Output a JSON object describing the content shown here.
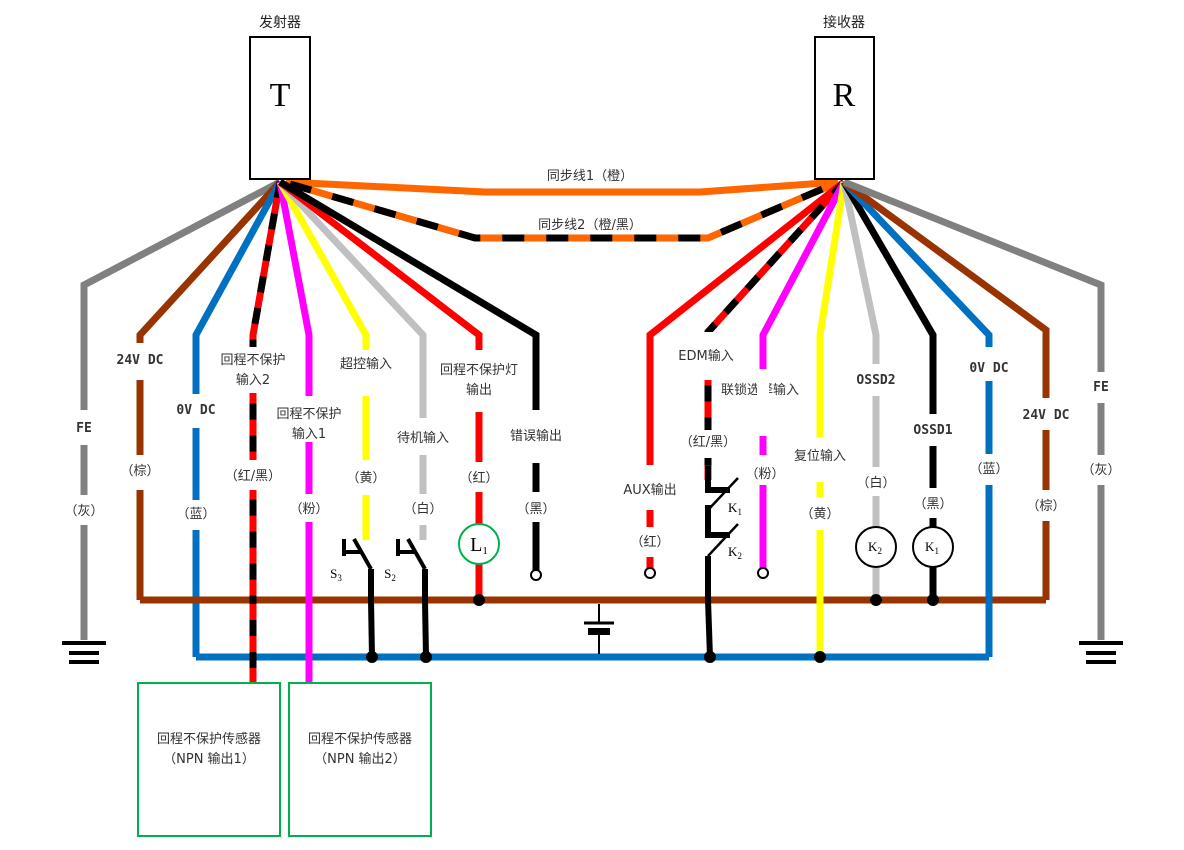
{
  "colors": {
    "gray": "#808080",
    "brown": "#993300",
    "blue": "#0070C0",
    "red": "#FF0000",
    "black": "#000000",
    "pink": "#FF00FF",
    "yellow": "#FFFF00",
    "white_wire": "#C0C0C0",
    "orange": "#FF6600",
    "sensor_border": "#00B050",
    "lamp_border": "#00B050"
  },
  "transmitter": {
    "title": "发射器",
    "letter": "T"
  },
  "receiver": {
    "title": "接收器",
    "letter": "R"
  },
  "sync_lines": [
    {
      "label": "同步线1（橙）",
      "color": "orange",
      "pattern": "solid"
    },
    {
      "label": "同步线2（橙/黑）",
      "color": "orange",
      "pattern": "orange-black"
    }
  ],
  "transmitter_wires": [
    {
      "id": "fe",
      "name": "FE",
      "color_label": "（灰）",
      "color": "gray",
      "pattern": "solid"
    },
    {
      "id": "24v",
      "name": "24V DC",
      "color_label": "（棕）",
      "color": "brown",
      "pattern": "solid"
    },
    {
      "id": "0v",
      "name": "0V DC",
      "color_label": "（蓝）",
      "color": "blue",
      "pattern": "solid"
    },
    {
      "id": "muting-in-2",
      "name": "回程不保护|输入2",
      "color_label": "（红/黑）",
      "color": "red",
      "pattern": "red-black"
    },
    {
      "id": "muting-in-1",
      "name": "回程不保护|输入1",
      "color_label": "（粉）",
      "color": "pink",
      "pattern": "solid"
    },
    {
      "id": "override-in",
      "name": "超控输入",
      "color_label": "（黄）",
      "color": "yellow",
      "pattern": "solid"
    },
    {
      "id": "standby-in",
      "name": "待机输入",
      "color_label": "（白）",
      "color": "white_wire",
      "pattern": "solid"
    },
    {
      "id": "muting-lamp-out",
      "name": "回程不保护灯|输出",
      "color_label": "（红）",
      "color": "red",
      "pattern": "solid"
    },
    {
      "id": "error-out",
      "name": "错误输出",
      "color_label": "（黑）",
      "color": "black",
      "pattern": "solid"
    }
  ],
  "receiver_wires": [
    {
      "id": "aux-out",
      "name": "AUX输出",
      "color_label": "（红）",
      "color": "red",
      "pattern": "solid"
    },
    {
      "id": "edm-in",
      "name": "EDM输入",
      "color_label": "（红/黑）",
      "color": "red",
      "pattern": "red-black"
    },
    {
      "id": "interlock-select-in",
      "name": "联锁选择输入",
      "color_label": "（粉）",
      "color": "pink",
      "pattern": "solid"
    },
    {
      "id": "reset-in",
      "name": "复位输入",
      "color_label": "（黄）",
      "color": "yellow",
      "pattern": "solid"
    },
    {
      "id": "ossd2",
      "name": "OSSD2",
      "color_label": "（白）",
      "color": "white_wire",
      "pattern": "solid"
    },
    {
      "id": "ossd1",
      "name": "OSSD1",
      "color_label": "（黑）",
      "color": "black",
      "pattern": "solid"
    },
    {
      "id": "0v",
      "name": "0V DC",
      "color_label": "（蓝）",
      "color": "blue",
      "pattern": "solid"
    },
    {
      "id": "24v",
      "name": "24V DC",
      "color_label": "（棕）",
      "color": "brown",
      "pattern": "solid"
    },
    {
      "id": "fe",
      "name": "FE",
      "color_label": "（灰）",
      "color": "gray",
      "pattern": "solid"
    }
  ],
  "components": {
    "lamp": {
      "letter": "L",
      "sub": "1"
    },
    "switch_s3": {
      "letter": "S",
      "sub": "3"
    },
    "switch_s2": {
      "letter": "S",
      "sub": "2"
    },
    "contact_k1": {
      "letter": "K",
      "sub": "1"
    },
    "contact_k2": {
      "letter": "K",
      "sub": "2"
    },
    "relay_k2": {
      "letter": "K",
      "sub": "2"
    },
    "relay_k1": {
      "letter": "K",
      "sub": "1"
    }
  },
  "sensors": [
    {
      "line1": "回程不保护传感器",
      "line2": "（NPN 输出1）"
    },
    {
      "line1": "回程不保护传感器",
      "line2": "（NPN 输出2）"
    }
  ]
}
